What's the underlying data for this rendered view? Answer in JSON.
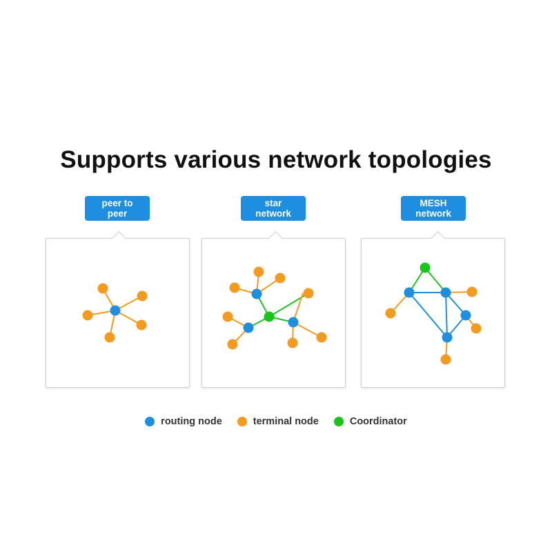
{
  "title": "Supports various network topologies",
  "colors": {
    "routing": "#1e8fe0",
    "terminal": "#f39a1f",
    "coordinator": "#19c51c"
  },
  "panels": [
    {
      "label": "peer to\npeer",
      "nodes": [
        {
          "id": "r1",
          "type": "routing"
        },
        {
          "id": "t1",
          "type": "terminal"
        },
        {
          "id": "t2",
          "type": "terminal"
        },
        {
          "id": "t3",
          "type": "terminal"
        },
        {
          "id": "t4",
          "type": "terminal"
        },
        {
          "id": "t5",
          "type": "terminal"
        }
      ],
      "edges": [
        [
          "r1",
          "t1",
          "terminal"
        ],
        [
          "r1",
          "t2",
          "terminal"
        ],
        [
          "r1",
          "t3",
          "terminal"
        ],
        [
          "r1",
          "t4",
          "terminal"
        ],
        [
          "r1",
          "t5",
          "terminal"
        ]
      ]
    },
    {
      "label": "star\nnetwork",
      "nodes": [
        {
          "id": "c",
          "type": "coordinator"
        },
        {
          "id": "r1",
          "type": "routing"
        },
        {
          "id": "r2",
          "type": "routing"
        },
        {
          "id": "r3",
          "type": "routing"
        },
        {
          "id": "t1",
          "type": "terminal"
        },
        {
          "id": "t2",
          "type": "terminal"
        },
        {
          "id": "t3",
          "type": "terminal"
        },
        {
          "id": "t4",
          "type": "terminal"
        },
        {
          "id": "t5",
          "type": "terminal"
        },
        {
          "id": "t6",
          "type": "terminal"
        },
        {
          "id": "t7",
          "type": "terminal"
        },
        {
          "id": "t8",
          "type": "terminal"
        },
        {
          "id": "t9",
          "type": "terminal"
        }
      ],
      "edges": [
        [
          "c",
          "r1",
          "coordinator"
        ],
        [
          "c",
          "r2",
          "coordinator"
        ],
        [
          "c",
          "r3",
          "coordinator"
        ],
        [
          "c",
          "t9",
          "coordinator"
        ],
        [
          "r1",
          "t1",
          "terminal"
        ],
        [
          "r1",
          "t2",
          "terminal"
        ],
        [
          "r1",
          "t3",
          "terminal"
        ],
        [
          "r2",
          "t4",
          "terminal"
        ],
        [
          "r2",
          "t5",
          "terminal"
        ],
        [
          "r3",
          "t6",
          "terminal"
        ],
        [
          "r3",
          "t7",
          "terminal"
        ],
        [
          "r3",
          "t8",
          "terminal"
        ]
      ]
    },
    {
      "label": "MESH\nnetwork",
      "nodes": [
        {
          "id": "c",
          "type": "coordinator"
        },
        {
          "id": "r1",
          "type": "routing"
        },
        {
          "id": "r2",
          "type": "routing"
        },
        {
          "id": "r3",
          "type": "routing"
        },
        {
          "id": "r4",
          "type": "routing"
        },
        {
          "id": "t1",
          "type": "terminal"
        },
        {
          "id": "t2",
          "type": "terminal"
        },
        {
          "id": "t3",
          "type": "terminal"
        },
        {
          "id": "t4",
          "type": "terminal"
        }
      ],
      "edges": [
        [
          "c",
          "r1",
          "coordinator"
        ],
        [
          "c",
          "r2",
          "coordinator"
        ],
        [
          "r1",
          "r2",
          "routing"
        ],
        [
          "r1",
          "r4",
          "routing"
        ],
        [
          "r2",
          "r3",
          "routing"
        ],
        [
          "r2",
          "r4",
          "routing"
        ],
        [
          "r3",
          "r4",
          "routing"
        ],
        [
          "r1",
          "t1",
          "terminal"
        ],
        [
          "r2",
          "t2",
          "terminal"
        ],
        [
          "r3",
          "t3",
          "terminal"
        ],
        [
          "r4",
          "t4",
          "terminal"
        ]
      ]
    }
  ],
  "legend": [
    {
      "label": "routing node",
      "type": "routing"
    },
    {
      "label": "terminal node",
      "type": "terminal"
    },
    {
      "label": "Coordinator",
      "type": "coordinator"
    }
  ]
}
